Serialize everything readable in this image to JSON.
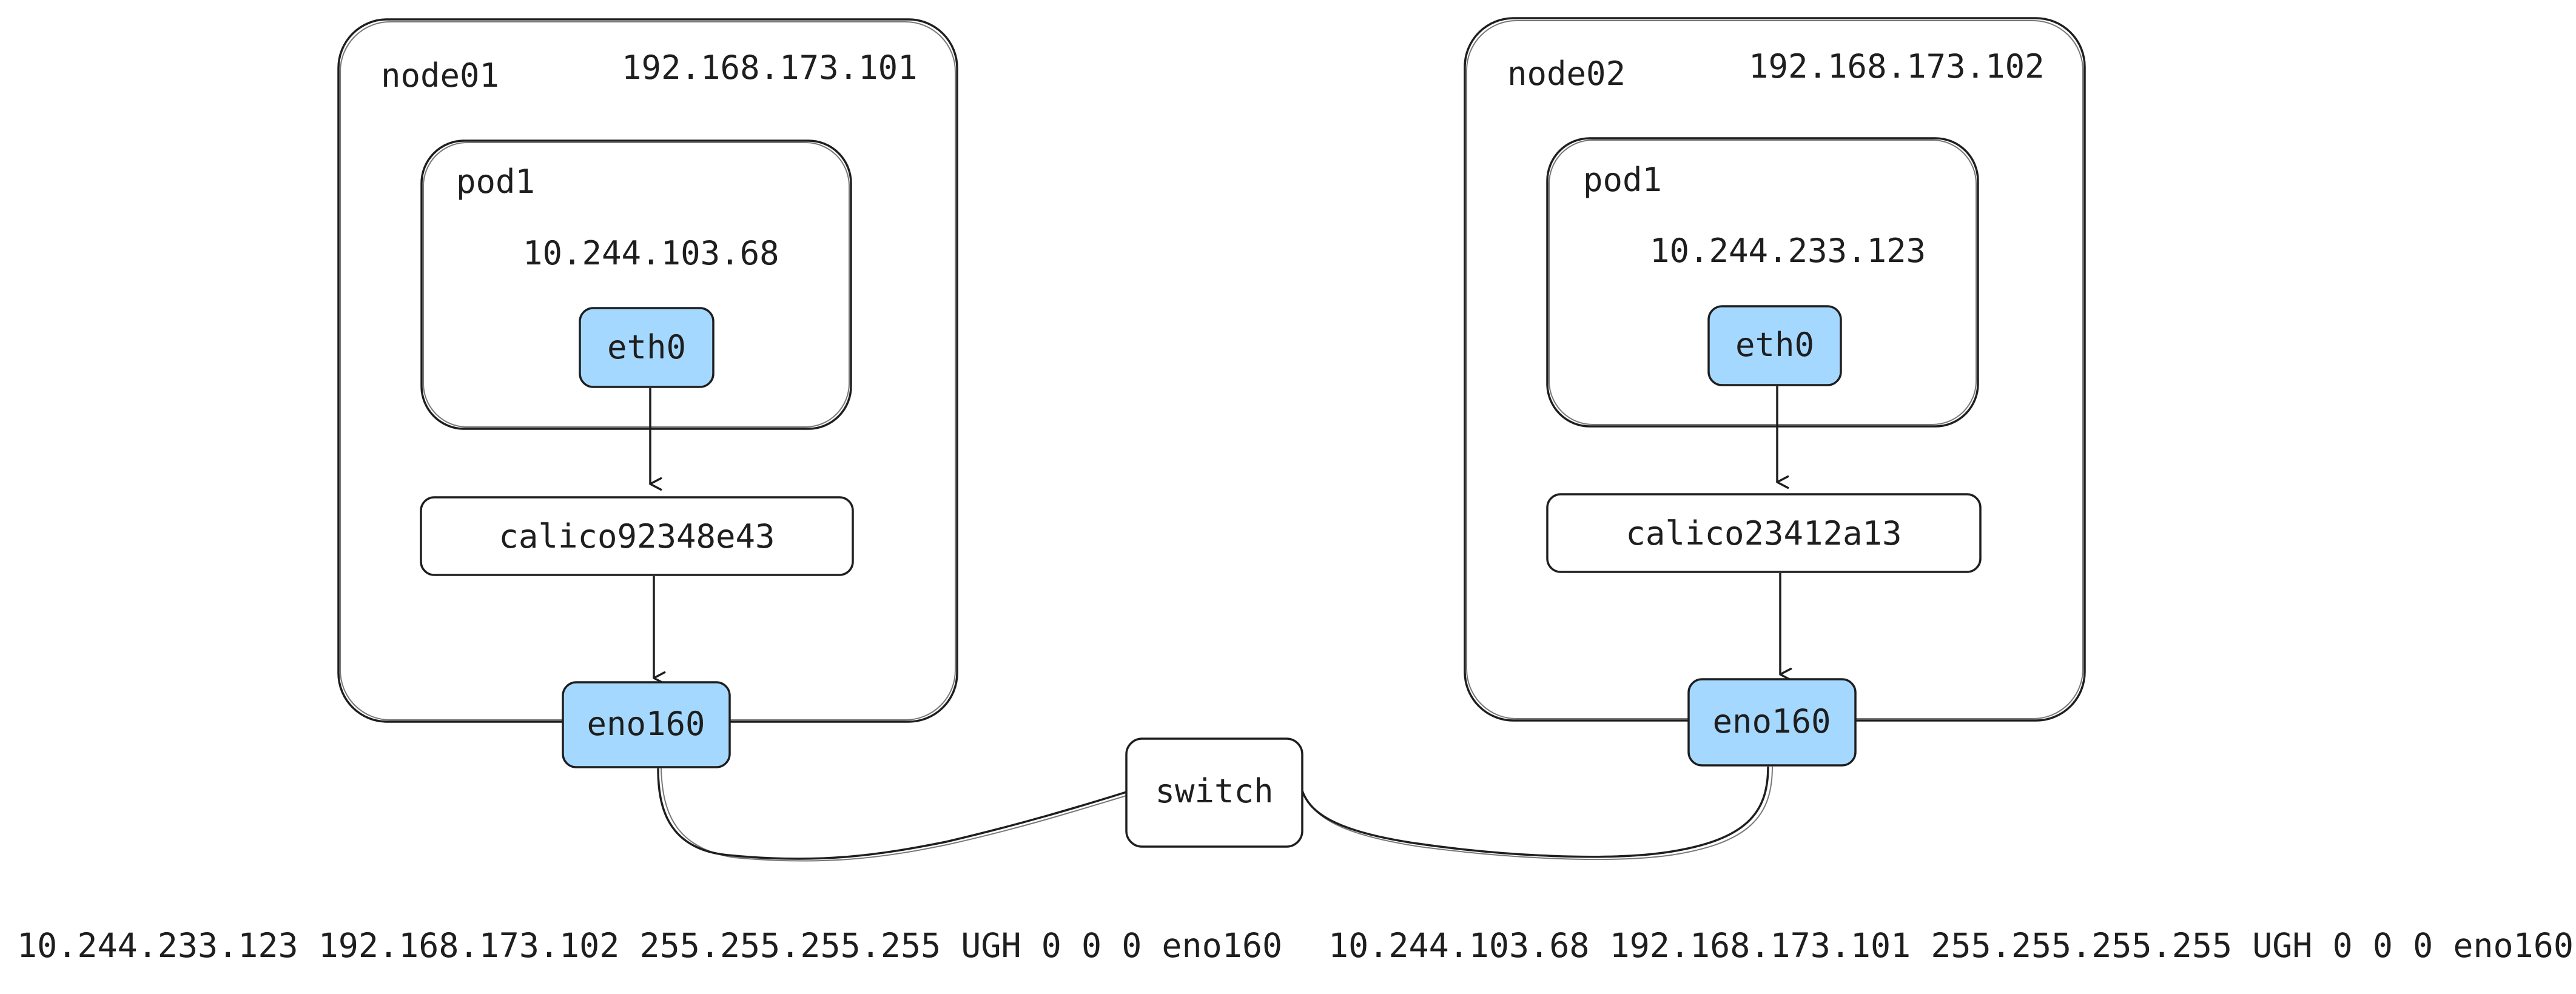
{
  "colors": {
    "stroke": "#1e1e1e",
    "iface_fill": "#a5d8ff",
    "background": "#ffffff"
  },
  "nodes": [
    {
      "name": "node01",
      "ip": "192.168.173.101",
      "pod": {
        "name": "pod1",
        "ip": "10.244.103.68",
        "iface": "eth0"
      },
      "veth": "calico92348e43",
      "nic": "eno160"
    },
    {
      "name": "node02",
      "ip": "192.168.173.102",
      "pod": {
        "name": "pod1",
        "ip": "10.244.233.123",
        "iface": "eth0"
      },
      "veth": "calico23412a13",
      "nic": "eno160"
    }
  ],
  "switch": {
    "label": "switch"
  },
  "routes": [
    "10.244.233.123 192.168.173.102 255.255.255.255 UGH 0 0 0 eno160",
    "10.244.103.68 192.168.173.101 255.255.255.255 UGH 0 0 0 eno160"
  ]
}
